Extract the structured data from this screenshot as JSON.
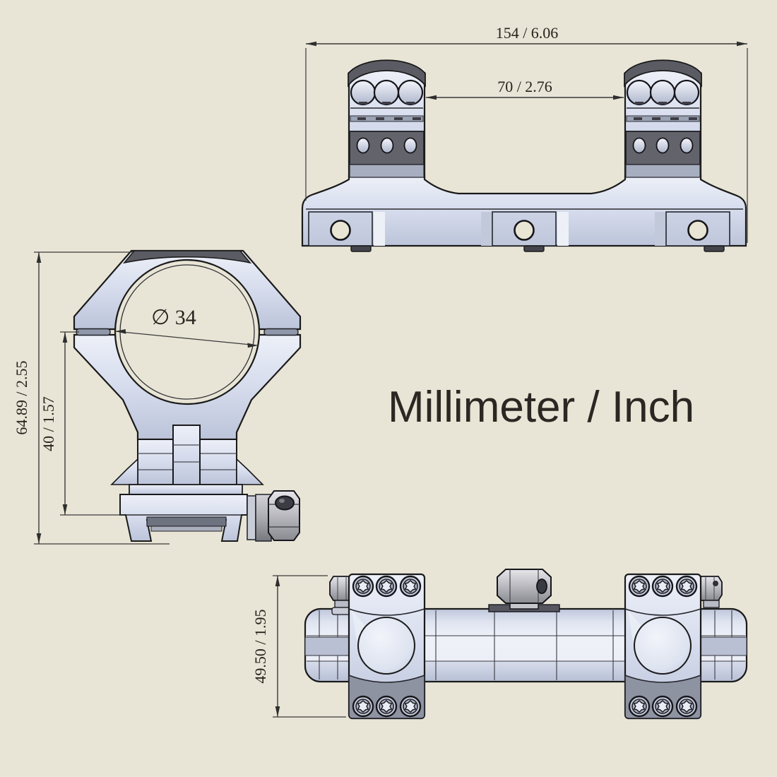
{
  "drawing": {
    "units_label": "Millimeter / Inch",
    "dimensions": {
      "overall_length": "154 / 6.06",
      "ring_spacing": "70 / 2.76",
      "overall_height": "64.89 / 2.55",
      "center_height": "40 / 1.57",
      "ring_diameter": "∅ 34",
      "mount_width": "49.50 / 1.95"
    },
    "colors": {
      "background": "#e8e5d6",
      "metal_light": "#dfe4f1",
      "metal_mid": "#c6cde0",
      "dark_band": "#63636b",
      "steel_gray": "#9b9ba3",
      "outline": "#1a1a1a",
      "dimension_lines": "#3a3a3a",
      "label_text": "#2b2722"
    }
  }
}
